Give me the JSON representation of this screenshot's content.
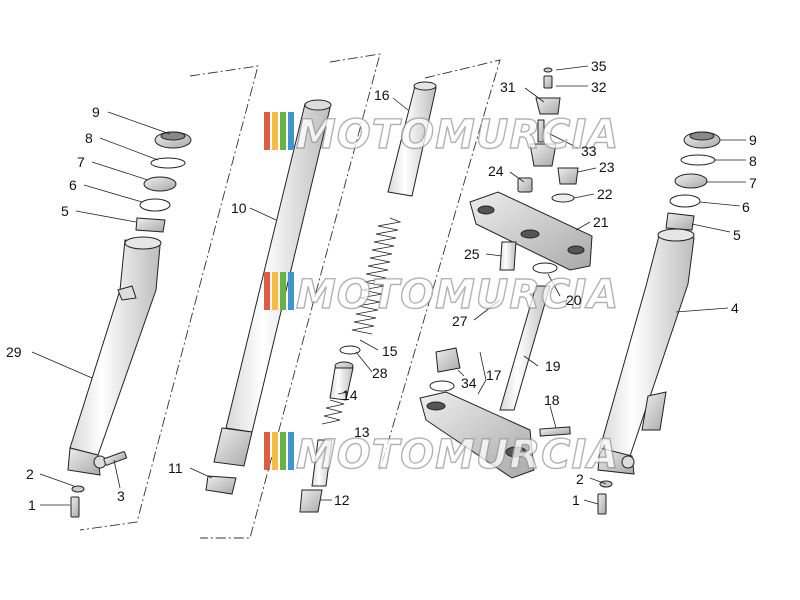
{
  "watermark": {
    "text": "MOTOMURCIA",
    "stripe_colors": [
      "#e05a4a",
      "#f0c040",
      "#6ab04c",
      "#4a90d0"
    ]
  },
  "labels": {
    "n1": "1",
    "n2": "2",
    "n3": "3",
    "n4": "4",
    "n5": "5",
    "n6": "6",
    "n7": "7",
    "n8": "8",
    "n9": "9",
    "n10": "10",
    "n11": "11",
    "n12": "12",
    "n13": "13",
    "n14": "14",
    "n15": "15",
    "n16": "16",
    "n17": "17",
    "n18": "18",
    "n19": "19",
    "n20": "20",
    "n21": "21",
    "n22": "22",
    "n23": "23",
    "n24": "24",
    "n25": "25",
    "n27": "27",
    "n28": "28",
    "n29": "29",
    "n31": "31",
    "n32": "32",
    "n33": "33",
    "n34": "34",
    "n35": "35"
  },
  "colors": {
    "line": "#222222",
    "part_fill": "#f4f4f4",
    "part_shade": "#cfcfcf"
  }
}
